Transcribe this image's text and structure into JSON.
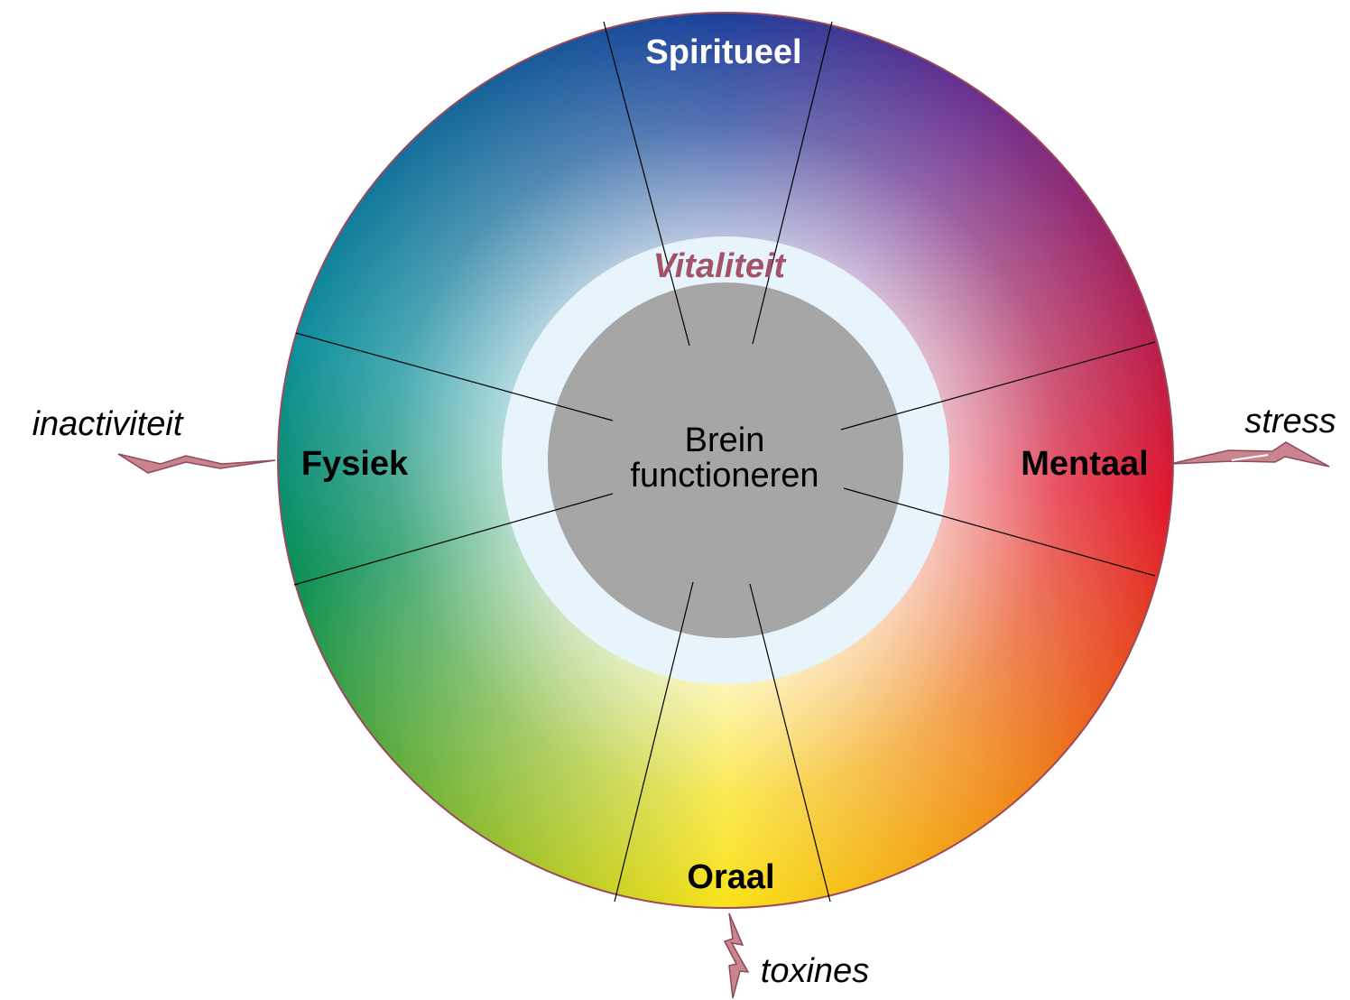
{
  "center": {
    "line1": "Brein",
    "line2": "functioneren"
  },
  "ring_label": "Vitaliteit",
  "segments": {
    "top": "Spiritueel",
    "right": "Mentaal",
    "bottom": "Oraal",
    "left": "Fysiek"
  },
  "stressors": {
    "left": "inactiviteit",
    "right": "stress",
    "bottom": "toxines"
  },
  "colors": {
    "wheel_blue": "#1d3f9a",
    "wheel_purple": "#6b2f8f",
    "wheel_red": "#e0162c",
    "wheel_orange": "#f08a1a",
    "wheel_yellow": "#f9e21a",
    "wheel_green": "#0a8f55",
    "wheel_teal": "#0d8f9b",
    "ring": "#e8f4fb",
    "core": "#a6a6a6",
    "ring_label": "#a3526a",
    "lightning_fill": "#c98490",
    "lightning_stroke": "#8e4a58",
    "wheel_border": "#9a4a5a"
  }
}
